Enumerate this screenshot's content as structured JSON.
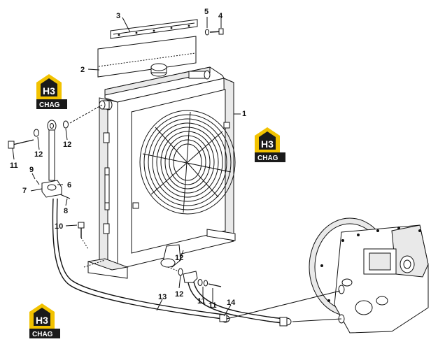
{
  "logo": {
    "mark": "H3",
    "caption": "CHAG",
    "colors": {
      "yellow": "#f2c200",
      "dark": "#1a1a1a",
      "white": "#ffffff"
    }
  },
  "callouts": [
    "1",
    "2",
    "3",
    "4",
    "5",
    "6",
    "7",
    "8",
    "9",
    "10",
    "11",
    "12",
    "12",
    "11",
    "12",
    "13",
    "14",
    "12",
    "11"
  ],
  "colors": {
    "line": "#111111",
    "paper": "#ffffff"
  }
}
